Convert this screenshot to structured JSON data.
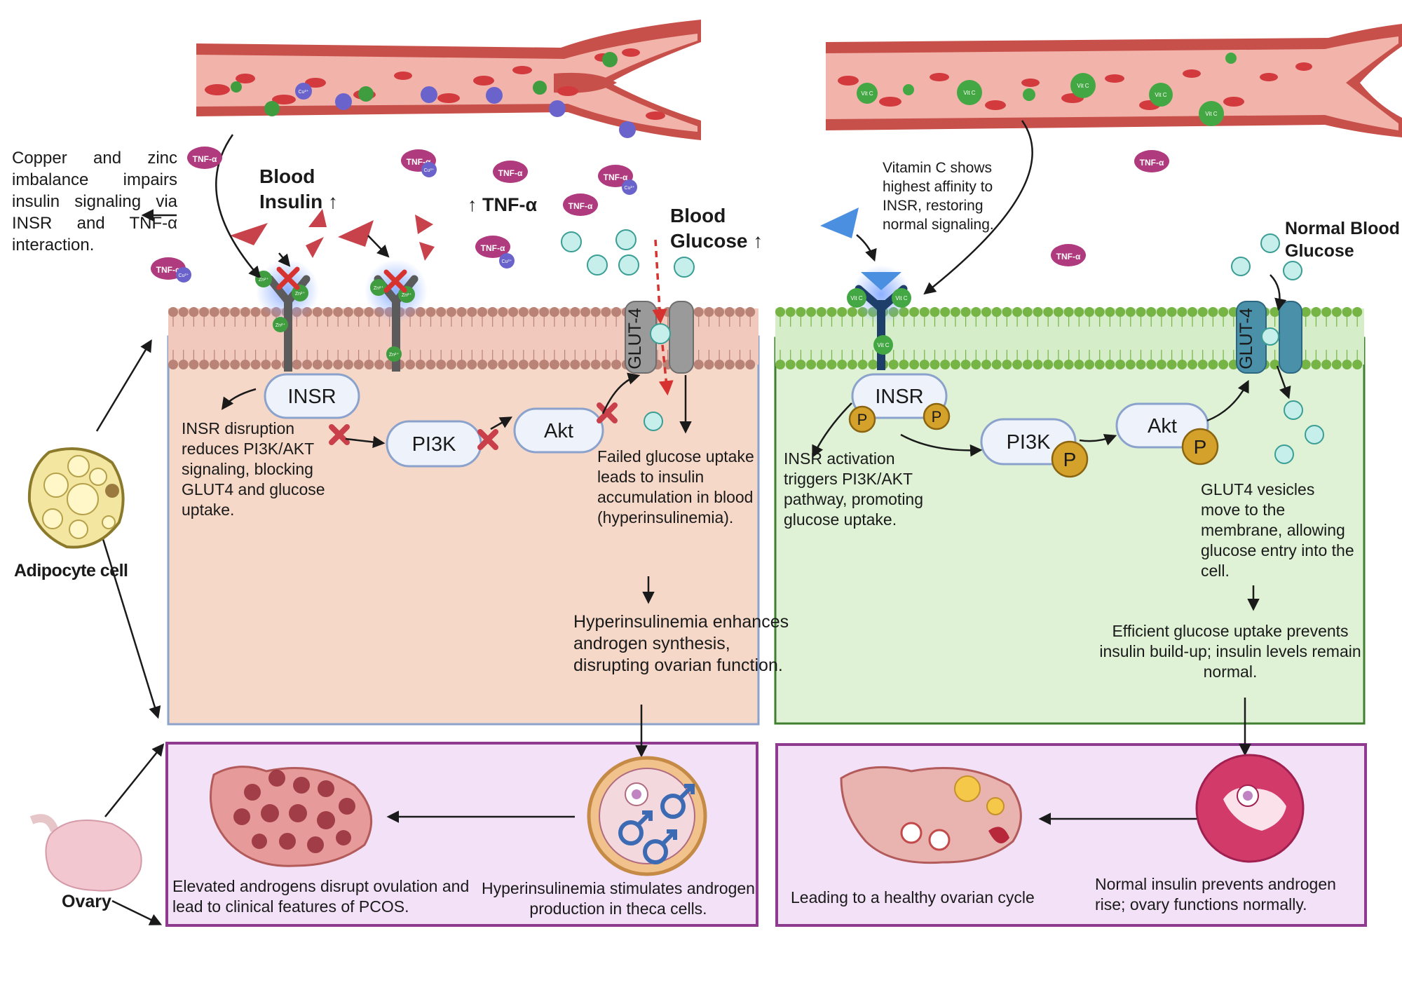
{
  "left": {
    "copper_zinc_note": "Copper and zinc imbalance impairs insulin signaling via INSR and TNF-α interaction.",
    "blood_insulin": "Blood Insulin ↑",
    "tnf_alpha": "↑ TNF-α",
    "blood_glucose": "Blood Glucose ↑",
    "insr": "INSR",
    "pi3k": "PI3K",
    "akt": "Akt",
    "glut4": "GLUT-4",
    "insr_disruption": "INSR disruption reduces PI3K/AKT signaling, blocking GLUT4 and glucose uptake.",
    "failed_uptake": "Failed glucose uptake leads to insulin accumulation in blood (hyperinsulinemia).",
    "hyper_androgen": "Hyperinsulinemia enhances androgen synthesis, disrupting ovarian function.",
    "theca": "Hyperinsulinemia stimulates androgen production in theca cells.",
    "pcos": "Elevated androgens disrupt ovulation and lead to clinical features of PCOS."
  },
  "right": {
    "vitc_note": "Vitamin C shows highest affinity to INSR, restoring normal signaling.",
    "normal_glucose": "Normal Blood Glucose",
    "insr": "INSR",
    "pi3k": "PI3K",
    "akt": "Akt",
    "glut4": "GLUT-4",
    "insr_activation": "INSR activation triggers PI3K/AKT pathway, promoting glucose uptake.",
    "glut4_vesicles": "GLUT4 vesicles move to the membrane, allowing glucose entry into the cell.",
    "efficient": "Efficient glucose uptake prevents insulin build-up; insulin levels remain normal.",
    "normal_insulin": "Normal insulin prevents androgen rise; ovary functions normally.",
    "healthy": "Leading to a healthy ovarian cycle"
  },
  "side": {
    "adipocyte": "Adipocyte cell",
    "ovary": "Ovary"
  },
  "badges": {
    "tnf": "TNF-α",
    "zn": "Zn²⁺",
    "cu": "Cu²⁺",
    "vitc": "Vit C",
    "p": "P"
  },
  "colors": {
    "left_panel": "#f5d8c8",
    "right_panel": "#dff2d6",
    "bottom_panel": "#f3e1f7",
    "panel_border_left": "#8aa2cc",
    "panel_border_right": "#3f7f2f",
    "bottom_border": "#8e3a8e",
    "zinc": "#3f9d3f",
    "copper": "#6a63cc",
    "tnf": "#b03a7e",
    "vitc": "#43a843",
    "insulin": "#c7424a",
    "glucose": "#c6eeea",
    "phospho": "#d4a12b"
  }
}
